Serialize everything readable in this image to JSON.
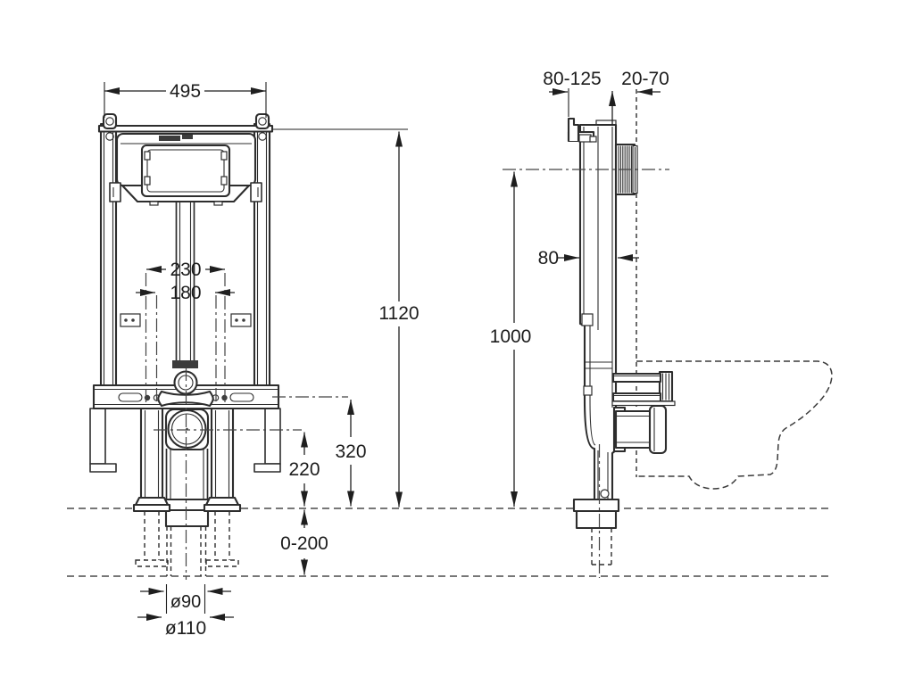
{
  "colors": {
    "background": "#ffffff",
    "line": "#2d2d2d",
    "dimension_text": "#1c1c1c"
  },
  "dims": {
    "front": {
      "width": "495",
      "height": "1120",
      "fixing_spacing_wide": "230",
      "fixing_spacing_narrow": "180",
      "bracket_axis_height": "320",
      "drain_axis_height": "220",
      "floor_adjust_range": "0-200",
      "drain_pipe_diameter": "ø90",
      "drain_sleeve_diameter": "ø110"
    },
    "side": {
      "frame_to_wall": "80-125",
      "wall_thickness": "20-70",
      "frame_depth": "80",
      "flush_axis_height": "1000"
    }
  }
}
